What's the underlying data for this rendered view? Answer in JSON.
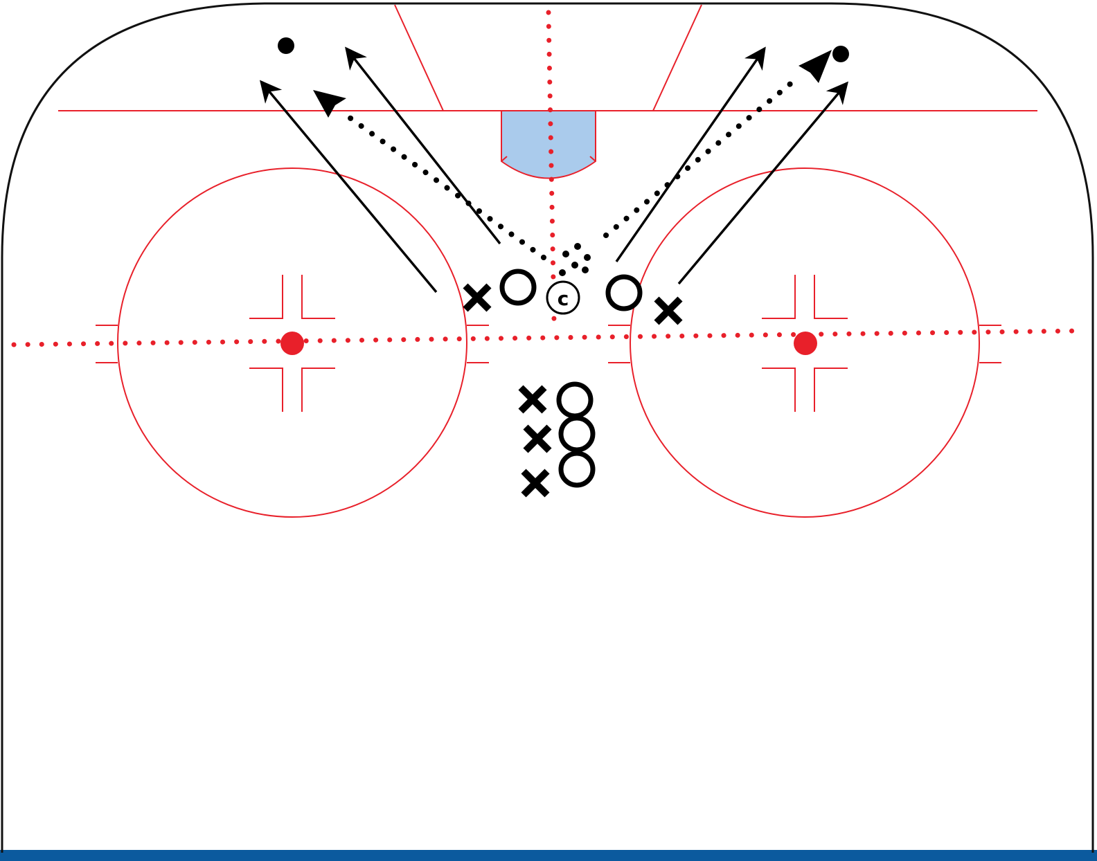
{
  "diagram": {
    "type": "hockey-drill",
    "colors": {
      "rink_lines": "#e8202a",
      "boards": "#111111",
      "crease": "#aacbec",
      "blue_line": "#0b5a9e",
      "player": "#000000",
      "dot": "#e8202a"
    },
    "coach": {
      "label": "c"
    },
    "icons": {
      "offense": "circle-o",
      "defense": "x-mark",
      "puck": "filled-dot",
      "pass": "dotted-arrow",
      "skate": "solid-arrow"
    },
    "players": {
      "offense_count": 5,
      "defense_count": 5
    }
  }
}
